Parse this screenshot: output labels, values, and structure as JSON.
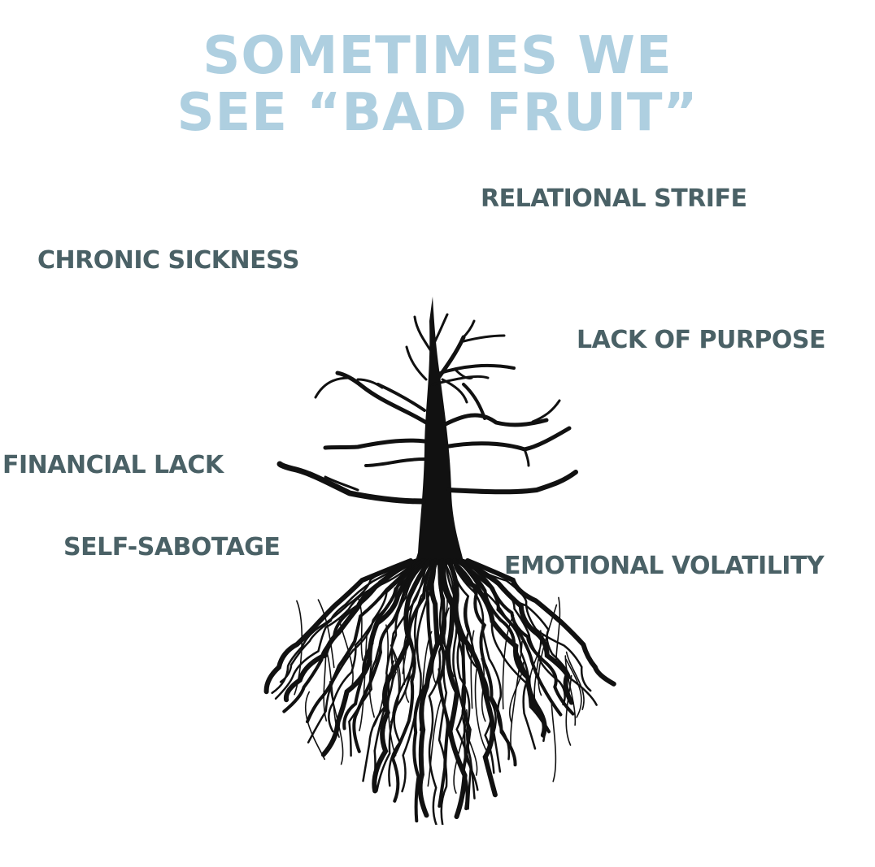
{
  "title": {
    "line1": "SOMETIMES WE",
    "line2": "SEE “BAD FRUIT”"
  },
  "fruits": {
    "relational_strife": "RELATIONAL STRIFE",
    "chronic_sickness": "CHRONIC SICKNESS",
    "lack_of_purpose": "LACK OF PURPOSE",
    "financial_lack": "FINANCIAL LACK",
    "self_sabotage": "SELF-SABOTAGE",
    "emotional_volatility": "EMOTIONAL VOLATILITY"
  },
  "colors": {
    "title": "#aecfe0",
    "label": "#4a6166",
    "tree": "#111111"
  },
  "illustration": "bare-tree-with-roots-icon"
}
